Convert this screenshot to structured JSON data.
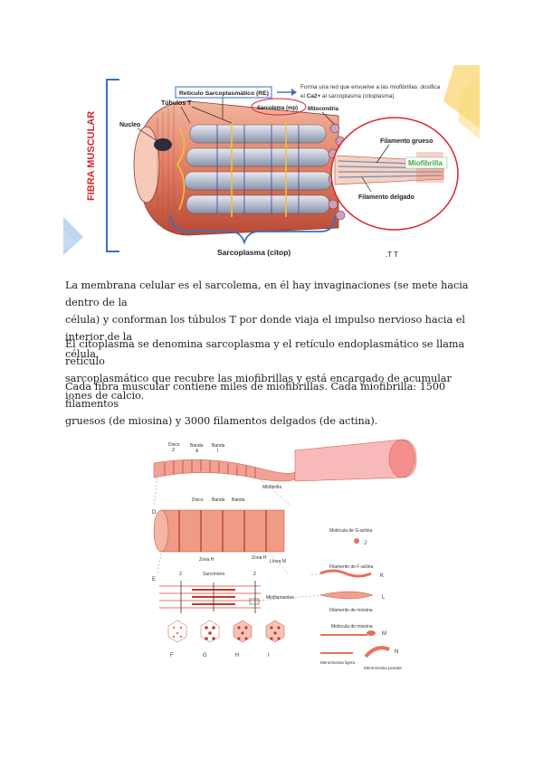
{
  "figure1": {
    "vertical_title": "FIBRA MUSCULAR",
    "re_box": "Retículo Sarcoplasmático (RE)",
    "note_line1": "Forma una red que envuelve a las miofibrillas: dosifica",
    "note_line2_bold": "Ca2+",
    "note_line2_rest": " al sarcoplasma (citoplasma)",
    "tubulos": "Túbulos T",
    "sarcolema": "Sarcolema (mp)",
    "mitocondria": "Mitocondria",
    "nucleo": "Nucleo",
    "filamento_grueso": "Filamento grueso",
    "miofibrilla": "Miofibrilla",
    "filamento_delgado": "Filamento delgado",
    "sarcoplasma": "Sarcoplasma (citop)",
    "tt_mark": ".T T",
    "colors": {
      "red_accent": "#d8262b",
      "green_label": "#3aa845",
      "muscle": "#e07d66",
      "yellow_deco": "#f7c63f",
      "blue_deco": "#9fc4e8"
    }
  },
  "paragraphs": [
    [
      "La membrana celular es el sarcolema, en él hay invaginaciones (se mete hacia dentro de la",
      "célula) y conforman los túbulos T por donde viaja el impulso nervioso hacia el interior de la",
      "célula."
    ],
    [
      "El citoplasma se denomina sarcoplasma y el retículo endoplasmático se llama retículo",
      "sarcoplasmático que recubre las miofibrillas y está encargado de acumular iones de calcio."
    ],
    [
      "Cada fibra muscular contiene miles de miofibrillas. Cada miofibrilla: 1500 filamentos",
      "gruesos (de miosina) y 3000 filamentos delgados (de actina)."
    ]
  ],
  "figure2": {
    "disco_z": "Disco Z",
    "banda_a": "Banda A",
    "banda_i": "Banda I",
    "miofibrilla": "Miofibrilla",
    "d": "D",
    "zona_h": "Zona H",
    "linea_m": "Línea M",
    "e": "E",
    "sarcomero": "Sarcómero",
    "z": "Z",
    "miofilamentos": "Miofilamentos",
    "g_actina": "Molécula de G-actina",
    "j": "J",
    "f_actina": "Filamento de F-actina",
    "k": "K",
    "l": "L",
    "f_miosina": "Filamento de miosina",
    "mol_miosina": "Molécula de miosina",
    "m": "M",
    "n": "N",
    "meromiosina_ligera": "Meromiosina ligera",
    "meromiosina_pesada": "Meromiosina pesada",
    "f": "F",
    "g": "G",
    "h": "H",
    "i": "I"
  }
}
